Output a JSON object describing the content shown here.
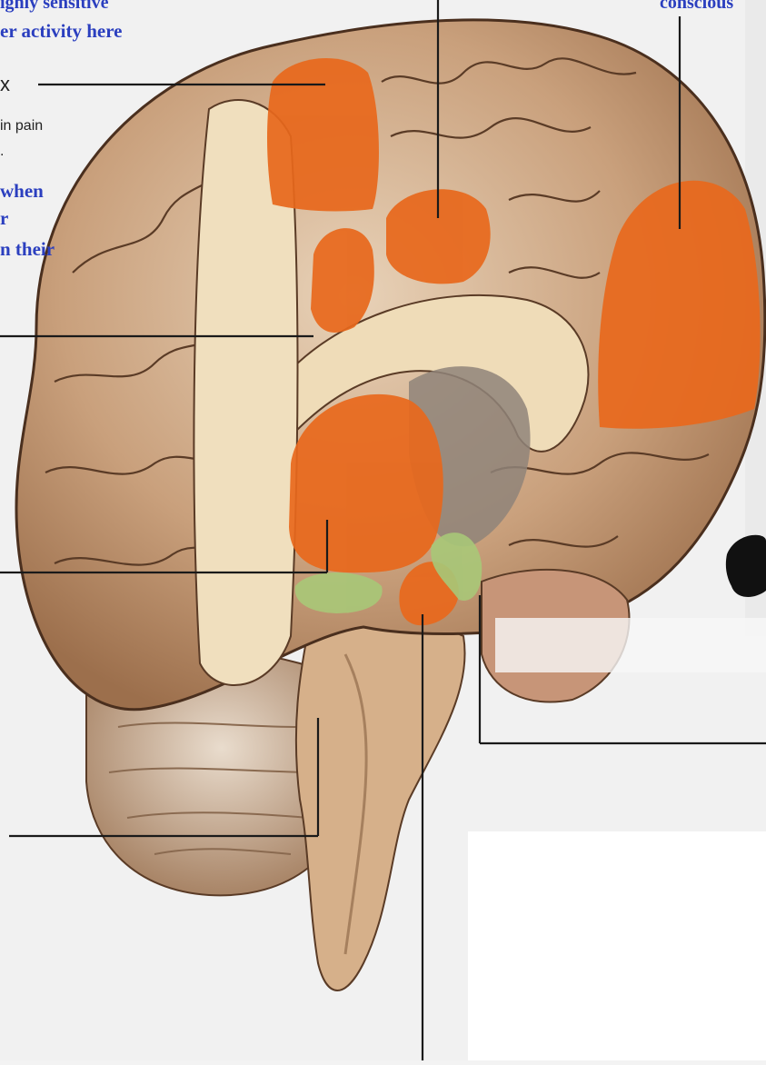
{
  "labels": {
    "top_left_line1": "ighly sensitive",
    "top_left_line2": "er activity here",
    "top_right": "conscious",
    "left_x": "x",
    "left_pain": "in pain",
    "left_dot": ".",
    "left_when": "when",
    "left_r": "r",
    "left_their": "n their"
  },
  "colors": {
    "label_blue": "#2b3fbf",
    "highlight_orange": "#e8681c",
    "highlight_green": "#a8c878",
    "line": "#1a1a1a"
  }
}
